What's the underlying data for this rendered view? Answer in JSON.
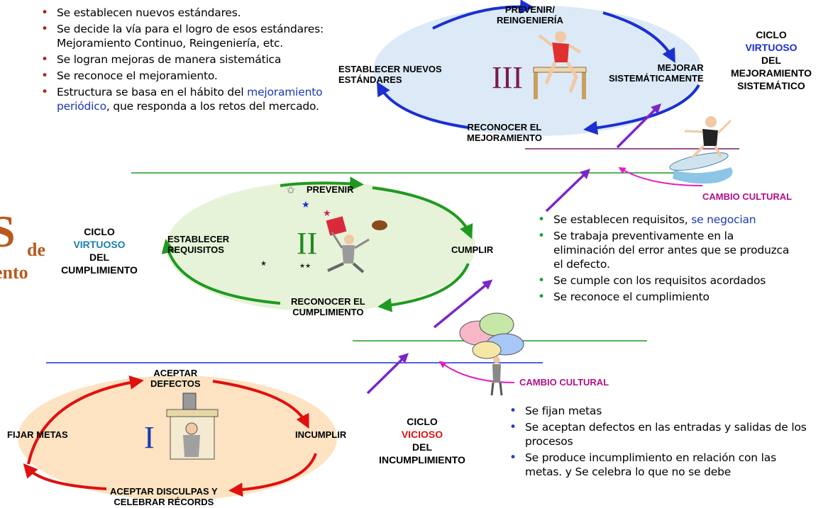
{
  "top_list": [
    "Se establecen nuevos estándares.",
    "Se decide la vía para el logro de esos estándares: Mejoramiento Continuo, Reingeniería,  etc.",
    "Se logran mejoras de manera sistemática",
    "Se reconoce el mejoramiento."
  ],
  "top_last": {
    "pre": "Estructura se basa en el  hábito del",
    "highlight": "mejoramiento periódico",
    "post": ", que responda a los retos del mercado."
  },
  "cycle3": {
    "numeral": "III",
    "top": "PREVENIR/\nREINGENIERÍA",
    "left": "ESTABLECER NUEVOS\nESTÁNDARES",
    "right": "MEJORAR\nSISTEMÁTICAMENTE",
    "bottom": "RECONOCER EL\nMEJORAMIENTO",
    "title": [
      "CICLO",
      "VIRTUOSO",
      "DEL",
      "MEJORAMIENTO",
      "SISTEMÁTICO"
    ]
  },
  "cycle2": {
    "numeral": "II",
    "top": "PREVENIR",
    "left": "ESTABLECER\nREQUISITOS",
    "right": "CUMPLIR",
    "bottom": "RECONOCER EL\nCUMPLIMIENTO",
    "title": [
      "CICLO",
      "VIRTUOSO",
      "DEL",
      "CUMPLIMIENTO"
    ]
  },
  "cycle1": {
    "numeral": "I",
    "top": "ACEPTAR\nDEFECTOS",
    "left": "FIJAR METAS",
    "right": "INCUMPLIR",
    "bottom": "ACEPTAR DISCULPAS Y\nCELEBRAR RÉCORDS",
    "title": [
      "CICLO",
      "VICIOSO",
      "DEL",
      "INCUMPLIMIENTO"
    ]
  },
  "mid_list_first": {
    "pre": "Se establecen requisitos,",
    "highlight": "se negocian"
  },
  "mid_list": [
    "Se trabaja preventivamente en la eliminación del error antes que se produzca el defecto.",
    "Se cumple con los requisitos acordados",
    "Se reconoce el cumplimiento"
  ],
  "bottom_list": [
    "Se fijan metas",
    "Se aceptan defectos en las entradas y salidas de los procesos",
    "Se produce incumplimiento en relación con las metas. y Se celebra lo que no se debe"
  ],
  "cambio1": "CAMBIO CULTURAL",
  "cambio2": "CAMBIO CULTURAL",
  "side_big": "S",
  "side_de": "de",
  "side_ento": "ento",
  "bullet": "•",
  "colors": {
    "cycle3_fill": "#dce9f7",
    "cycle2_fill": "#e6f3d9",
    "cycle1_fill": "#fde3c2",
    "blue_arrow": "#1a2fd0",
    "green_arrow": "#1f9a1f",
    "red_arrow": "#e01010",
    "purple_arrow": "#7b26c8",
    "magenta": "#e020c0",
    "virtuoso": "#1a2fd0",
    "vicioso": "#e01010"
  }
}
